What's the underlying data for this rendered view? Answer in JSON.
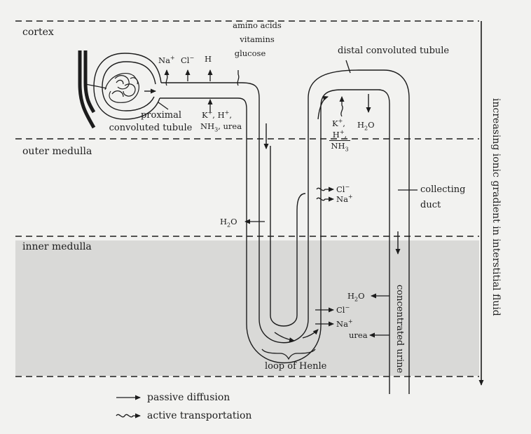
{
  "zones": {
    "cortex": "cortex",
    "outer_medulla": "outer medulla",
    "inner_medulla": "inner medulla"
  },
  "gradient_label": "increasing ionic gradient in interstitial fluid",
  "structures": {
    "proximal": [
      "proximal",
      "convoluted tubule"
    ],
    "distal": "distal convoluted tubule",
    "collecting_duct": [
      "collecting",
      "duct"
    ],
    "loop": "loop of Henle",
    "urine": "concentrated urine"
  },
  "substances": {
    "amino": [
      "amino acids",
      "vitamins",
      "glucose"
    ],
    "na": "Na",
    "cl": "Cl",
    "h": "H",
    "secreted": [
      "K",
      "H",
      "NH",
      "urea"
    ],
    "distal_k": "K",
    "distal_h": "H",
    "distal_nh": "NH",
    "water": "H",
    "water_sub": "2",
    "water_o": "O",
    "nh_sub": "3",
    "plus": "+",
    "minus": "−",
    "urea": "urea"
  },
  "legend": {
    "passive": "passive diffusion",
    "active": "active transportation"
  },
  "colors": {
    "background": "#f2f2f0",
    "inner_medulla_shade": "#d9d9d7",
    "ink": "#1c1c1c"
  }
}
